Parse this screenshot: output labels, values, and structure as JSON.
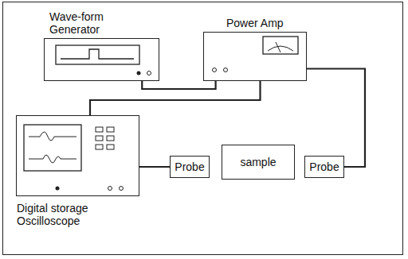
{
  "diagram": {
    "nodes": [
      {
        "text": [
          "Wave-form Generator"
        ]
      },
      {
        "text": [
          "Power Amp"
        ]
      },
      {
        "text": [
          "Digital storage Oscilloscope"
        ]
      },
      {
        "text": [
          "Probe"
        ]
      },
      {
        "text": [
          "sample"
        ]
      },
      {
        "text": [
          "Probe"
        ]
      }
    ],
    "edges": [
      {
        "from": 0,
        "to": 1,
        "arrow": "none"
      },
      {
        "from": 2,
        "to": 1,
        "arrow": "none"
      },
      {
        "from": 2,
        "to": 3,
        "arrow": "none"
      },
      {
        "from": 1,
        "to": 5,
        "arrow": "none"
      }
    ]
  }
}
